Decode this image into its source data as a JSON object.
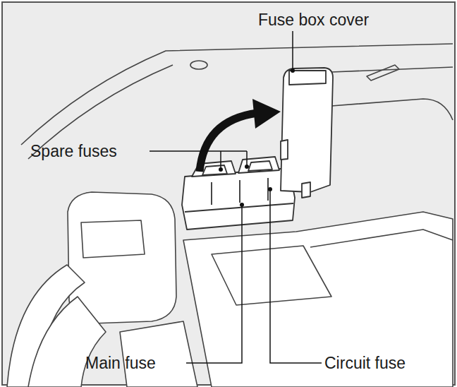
{
  "diagram": {
    "labels": [
      "Fuse box cover",
      "Spare fuses",
      "Main fuse",
      "Circuit fuse"
    ]
  }
}
